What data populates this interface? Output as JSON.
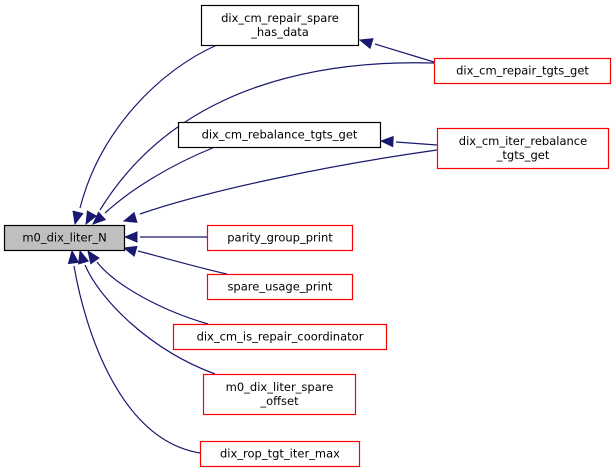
{
  "diagram": {
    "type": "call-graph",
    "colors": {
      "edge": "#191970",
      "root_fill": "#bfbfbf",
      "root_border": "#000000",
      "normal_border": "#000000",
      "truncated_border": "#ff0000",
      "node_fill": "#ffffff"
    },
    "root": {
      "id": "root",
      "label": "m0_dix_liter_N"
    },
    "nodes": [
      {
        "id": "n1",
        "lines": [
          "dix_cm_repair_spare",
          "_has_data"
        ],
        "truncated": false
      },
      {
        "id": "n2",
        "lines": [
          "dix_cm_repair_tgts_get"
        ],
        "truncated": true
      },
      {
        "id": "n3",
        "lines": [
          "dix_cm_rebalance_tgts_get"
        ],
        "truncated": false
      },
      {
        "id": "n4",
        "lines": [
          "dix_cm_iter_rebalance",
          "_tgts_get"
        ],
        "truncated": true
      },
      {
        "id": "n5",
        "lines": [
          "parity_group_print"
        ],
        "truncated": true
      },
      {
        "id": "n6",
        "lines": [
          "spare_usage_print"
        ],
        "truncated": true
      },
      {
        "id": "n7",
        "lines": [
          "dix_cm_is_repair_coordinator"
        ],
        "truncated": true
      },
      {
        "id": "n8",
        "lines": [
          "m0_dix_liter_spare",
          "_offset"
        ],
        "truncated": true
      },
      {
        "id": "n9",
        "lines": [
          "dix_rop_tgt_iter_max"
        ],
        "truncated": true
      }
    ],
    "edges": [
      {
        "from": "n1",
        "to": "root"
      },
      {
        "from": "n2",
        "to": "root"
      },
      {
        "from": "n2",
        "to": "n1"
      },
      {
        "from": "n3",
        "to": "root"
      },
      {
        "from": "n4",
        "to": "root"
      },
      {
        "from": "n4",
        "to": "n3"
      },
      {
        "from": "n5",
        "to": "root"
      },
      {
        "from": "n6",
        "to": "root"
      },
      {
        "from": "n7",
        "to": "root"
      },
      {
        "from": "n8",
        "to": "root"
      },
      {
        "from": "n9",
        "to": "root"
      }
    ]
  }
}
